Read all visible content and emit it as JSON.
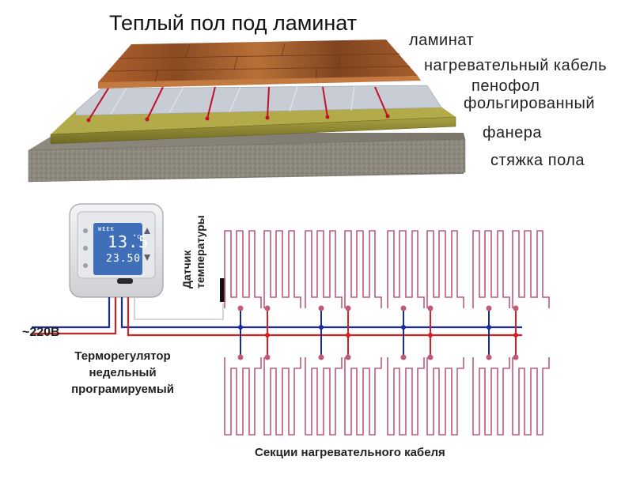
{
  "title": "Теплый пол под ламинат",
  "layers": {
    "laminate": "ламинат",
    "heating_cable": "нагревательный кабель",
    "penofol_line1": "пенофол",
    "penofol_line2": "фольгированный",
    "plywood": "фанера",
    "screed": "стяжка пола"
  },
  "sensor_label_line1": "Датчик",
  "sensor_label_line2": "температуры",
  "supply_label": "~220В",
  "thermostat_label": {
    "line1": "Терморегулятор",
    "line2": "недельный",
    "line3": "програмируемый"
  },
  "thermostat_display": {
    "day_label": "WEEK",
    "room_temp": "13.5",
    "set_temp": "23.50",
    "unit": "°C"
  },
  "sections_label": "Секции нагревательного кабеля",
  "colors": {
    "cable_pink": "#c05a7a",
    "wire_red": "#d42020",
    "wire_blue": "#1a2aa0",
    "laminate": "#a0582a",
    "plywood": "#8a8a2a",
    "screed": "#8a8478",
    "foil": "#c8ccd4"
  }
}
